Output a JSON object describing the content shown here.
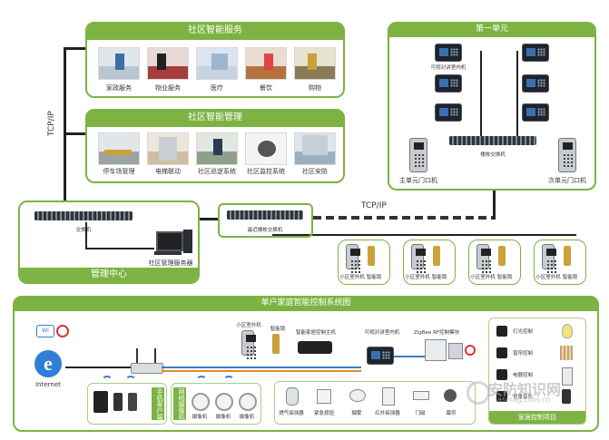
{
  "community_services": {
    "title": "社区智能服务",
    "items": [
      "家政服务",
      "物业服务",
      "医疗",
      "餐饮",
      "购物"
    ]
  },
  "community_management": {
    "title": "社区智能管理",
    "items": [
      "停车场管理",
      "电梯联动",
      "社区巡逻系统",
      "社区监控系统",
      "社区安防"
    ]
  },
  "unit": {
    "title": "第一单元",
    "indoor_label": "可视对讲室内机",
    "switch_label": "楼栋交换机",
    "main_door_label": "主单元门口机",
    "secondary_door_label": "次单元门口机"
  },
  "management_center": {
    "title": "管理中心",
    "switch_label": "交换机",
    "server_label": "社区管理服务器"
  },
  "link_labels": {
    "tcp_vertical": "TCP/IP",
    "tcp_horizontal": "TCP/IP"
  },
  "core_switch_label": "最近楼栋交换机",
  "villas": [
    {
      "door_label": "小区室外机",
      "lock_label": "智能锁"
    },
    {
      "door_label": "小区室外机",
      "lock_label": "智能锁"
    },
    {
      "door_label": "小区室外机",
      "lock_label": "智能锁"
    },
    {
      "door_label": "小区室外机",
      "lock_label": "智能锁"
    }
  ],
  "home_system": {
    "title": "单户家庭智能控制系统图",
    "internet_label": "Internet",
    "top_devices": [
      "小区室外机",
      "智能锁",
      "智能家居控制主机",
      "可视对讲室内机",
      "ZigBee RF控制模块"
    ],
    "mobile_group_label": "手机客户端",
    "camera_group_label": "网络摄像机",
    "cameras": [
      "摄像机",
      "摄像机",
      "摄像机"
    ],
    "sensors": [
      "燃气探测器",
      "紧急按钮",
      "烟雾",
      "红外探测器",
      "门磁",
      "幕帘"
    ],
    "right_panel_items": [
      "灯光控制",
      "窗帘控制",
      "电器控制",
      "背景音乐"
    ],
    "right_panel_title": "家居控制项目"
  },
  "watermark": {
    "text": "安防知识网",
    "url": "asmag.com.cn"
  },
  "colors": {
    "accent": "#7cb342",
    "line": "#222222"
  }
}
